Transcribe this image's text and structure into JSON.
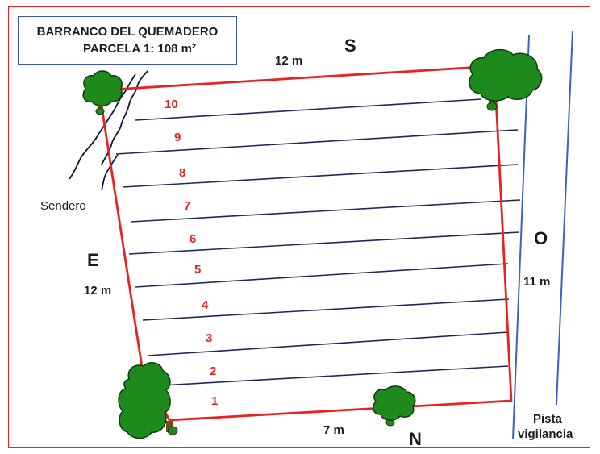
{
  "header": {
    "title": "BARRANCO DEL QUEMADERO",
    "subtitle": "PARCELA 1: 108 m²"
  },
  "compass": {
    "south": "S",
    "north": "N",
    "east": "E",
    "west": "O"
  },
  "measurements": {
    "top": "12 m",
    "bottom": "7 m",
    "left": "12 m",
    "right": "11 m"
  },
  "labels": {
    "trail": "Sendero",
    "track_line1": "Pista",
    "track_line2": "vigilancia"
  },
  "rows": [
    "1",
    "2",
    "3",
    "4",
    "5",
    "6",
    "7",
    "8",
    "9",
    "10"
  ],
  "colors": {
    "plot_border": "#e8231f",
    "row_lines": "#1f2a5a",
    "track_lines": "#3a63c4",
    "tree_fill": "#1e8a1e",
    "tree_outline": "#0b3d0b",
    "row_numbers": "#e8231f"
  },
  "icons": [
    "tree-icon",
    "trail-stream-icon"
  ]
}
